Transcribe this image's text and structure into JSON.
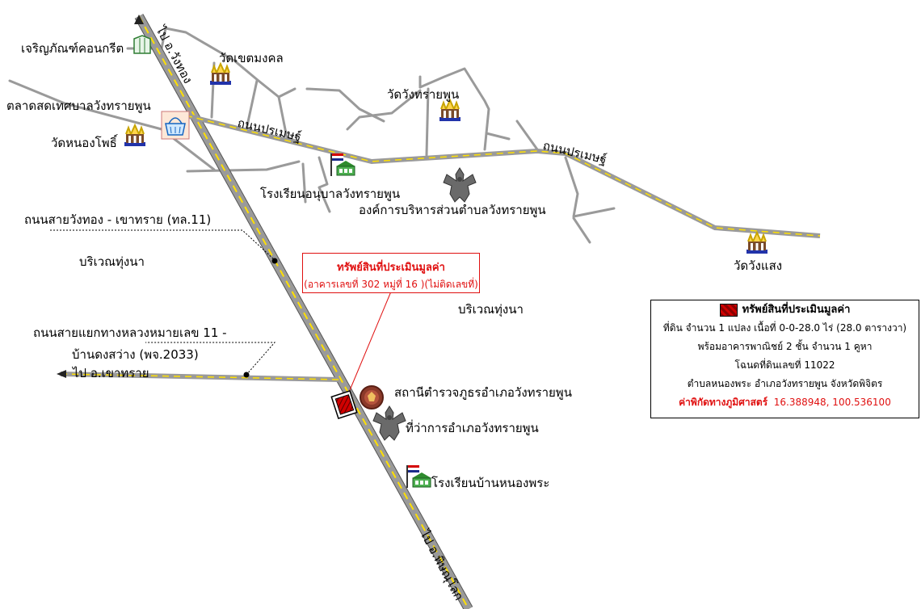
{
  "roads": {
    "to_wang_thong": "ไป อ.วังทอง",
    "to_phitsanulok": "ไป อ.พิษณุโลก",
    "to_khao_sai": "ไป อ.เขาทราย",
    "pramet_north": "ถนนปรเมษฐ์",
    "pramet_east": "ถนนปรเมษฐ์",
    "route11_label": "ถนนสายวังทอง - เขาทราย (ทล.11)",
    "phichit_road_line1": "ถนนสายแยกทางหลวงหมายเลข 11 -",
    "phichit_road_line2": "บ้านดงสว่าง (พจ.2033)"
  },
  "places": {
    "concrete": "เจริญภัณฑ์คอนกรีต",
    "wat_khet": "วัดเขตมงคล",
    "market": "ตลาดสดเทศบาลวังทรายพูน",
    "wat_nong_pho": "วัดหนองโพธิ์",
    "wat_wang_sai_phun": "วัดวังทรายพูน",
    "kindergarten": "โรงเรียนอนุบาลวังทรายพูน",
    "sao": "องค์การบริหารส่วนตำบลวังทรายพูน",
    "wat_wang_saeng": "วัดวังแสง",
    "field_west": "บริเวณทุ่งนา",
    "field_east": "บริเวณทุ่งนา",
    "police": "สถานีตำรวจภูธรอำเภอวังทรายพูน",
    "district_office": "ที่ว่าการอำเภอวังทรายพูน",
    "school_nong_phra": "โรงเรียนบ้านหนองพระ"
  },
  "callout": {
    "title": "ทรัพย์สินที่ประเมินมูลค่า",
    "subtitle": "(อาคารเลขที่ 302 หมู่ที่ 16 )(ไม่ติดเลขที่)"
  },
  "legend": {
    "title": "ทรัพย์สินที่ประเมินมูลค่า",
    "line1": "ที่ดิน จำนวน 1 แปลง เนื้อที่ 0-0-28.0 ไร่ (28.0 ตารางวา)",
    "line2": "พร้อมอาคารพาณิชย์ 2 ชั้น จำนวน 1 คูหา",
    "line3": "โฉนดที่ดินเลขที่ 11022",
    "line4": "ตำบลหนองพระ  อำเภอวังทรายพูน  จังหวัดพิจิตร",
    "coord_label": "ค่าพิกัดทางภูมิศาสตร์",
    "coord_value": "16.388948, 100.536100"
  },
  "colors": {
    "highway_fill": "#9a9a9a",
    "highway_centerline": "#ffe000",
    "local_road": "#9a9a9a",
    "accent_red": "#e01010",
    "property_fill": "#8b0000"
  },
  "icons": {
    "temple": "temple-icon",
    "school": "school-flag-icon",
    "market": "basket-icon",
    "garuda": "garuda-emblem-icon",
    "police": "police-badge-icon",
    "shop": "concrete-shop-icon"
  }
}
